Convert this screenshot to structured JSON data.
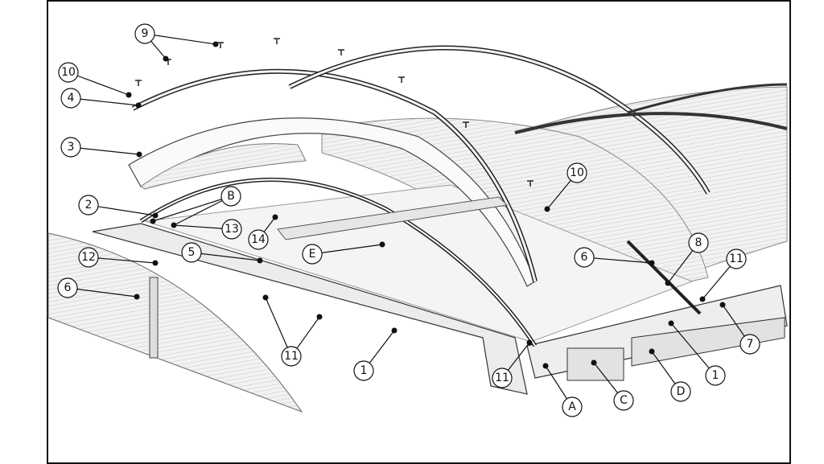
{
  "title": "Exploded assembly diagram of arched polycarbonate roof canopy",
  "callouts": {
    "c9": "9",
    "c10a": "10",
    "c4": "4",
    "c3": "3",
    "c2": "2",
    "cB": "B",
    "c13": "13",
    "c14": "14",
    "c12": "12",
    "c5": "5",
    "c6a": "6",
    "cE": "E",
    "c11a": "11",
    "c1a": "1",
    "c10b": "10",
    "c6b": "6",
    "c8": "8",
    "c11b": "11",
    "c7": "7",
    "c1b": "1",
    "c11c": "11",
    "cA": "A",
    "cC": "C",
    "cD": "D"
  }
}
